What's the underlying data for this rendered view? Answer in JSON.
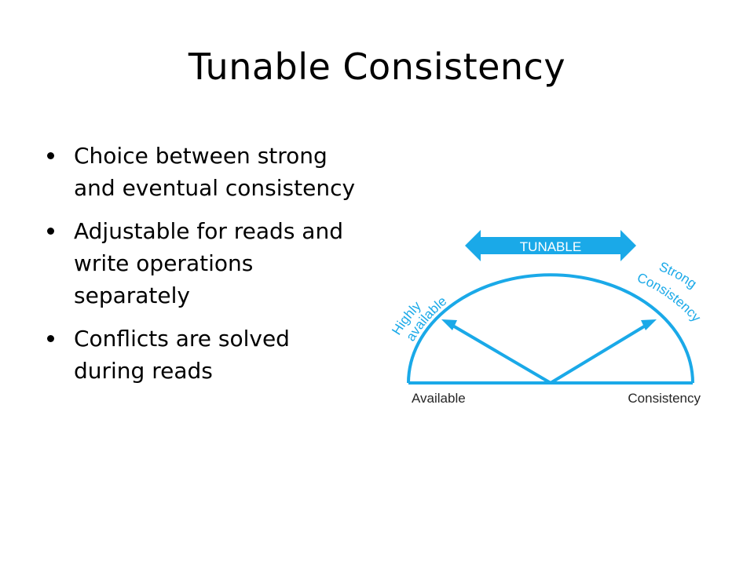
{
  "slide": {
    "title": "Tunable Consistency",
    "bullets": [
      "Choice between strong and eventual consistency",
      "Adjustable for reads and write operations separately",
      "Conflicts are solved during reads"
    ]
  },
  "diagram": {
    "top_label": "TUNABLE",
    "left_arc_label_1": "Highly",
    "left_arc_label_2": "available",
    "right_arc_label_1": "Strong",
    "right_arc_label_2": "Consistency",
    "bottom_left_label": "Available",
    "bottom_right_label": "Consistency",
    "accent_color": "#1aa9e8",
    "text_color": "#262626"
  }
}
